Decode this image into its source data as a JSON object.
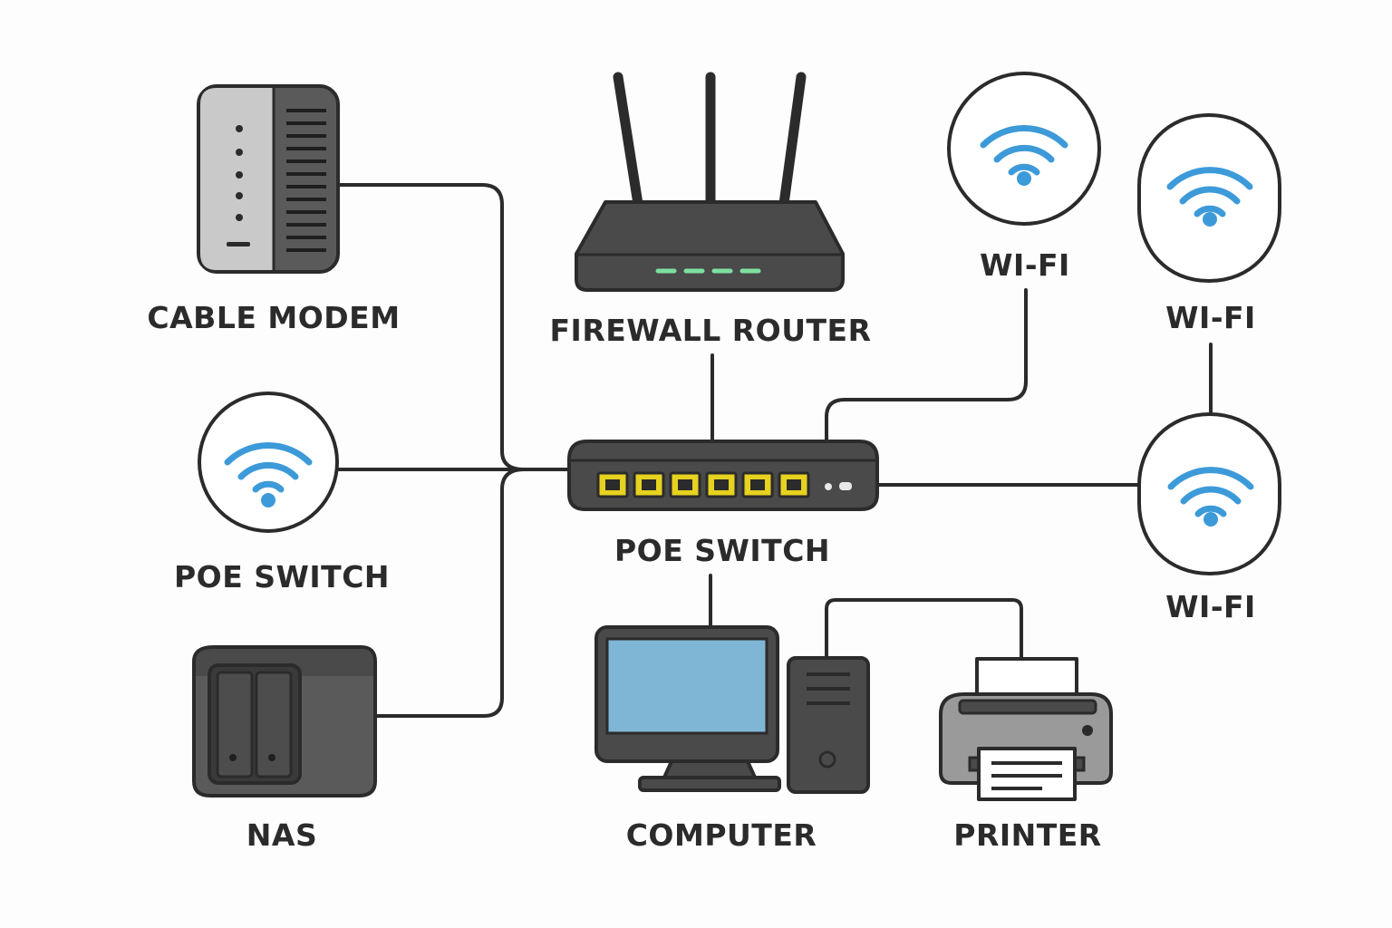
{
  "diagram": {
    "labels": {
      "cable_modem": "CABLE MODEM",
      "firewall_router": "FIREWALL ROUTER",
      "poe_switch_main": "POE SWITCH",
      "poe_switch_left": "POE SWITCH",
      "nas": "NAS",
      "computer": "COMPUTER",
      "printer": "PRINTER",
      "wifi_top": "WI-FI",
      "wifi_right_top": "WI-FI",
      "wifi_right_mid": "WI-FI"
    },
    "colors": {
      "outline": "#2b2b2b",
      "wifi_signal": "#3d9ad9",
      "screen": "#7fb6d5",
      "switch_port": "#e6d21f",
      "router_led": "#7ee0a0",
      "device_body": "#4a4a4a",
      "modem_panel": "#c9c9c9"
    }
  }
}
